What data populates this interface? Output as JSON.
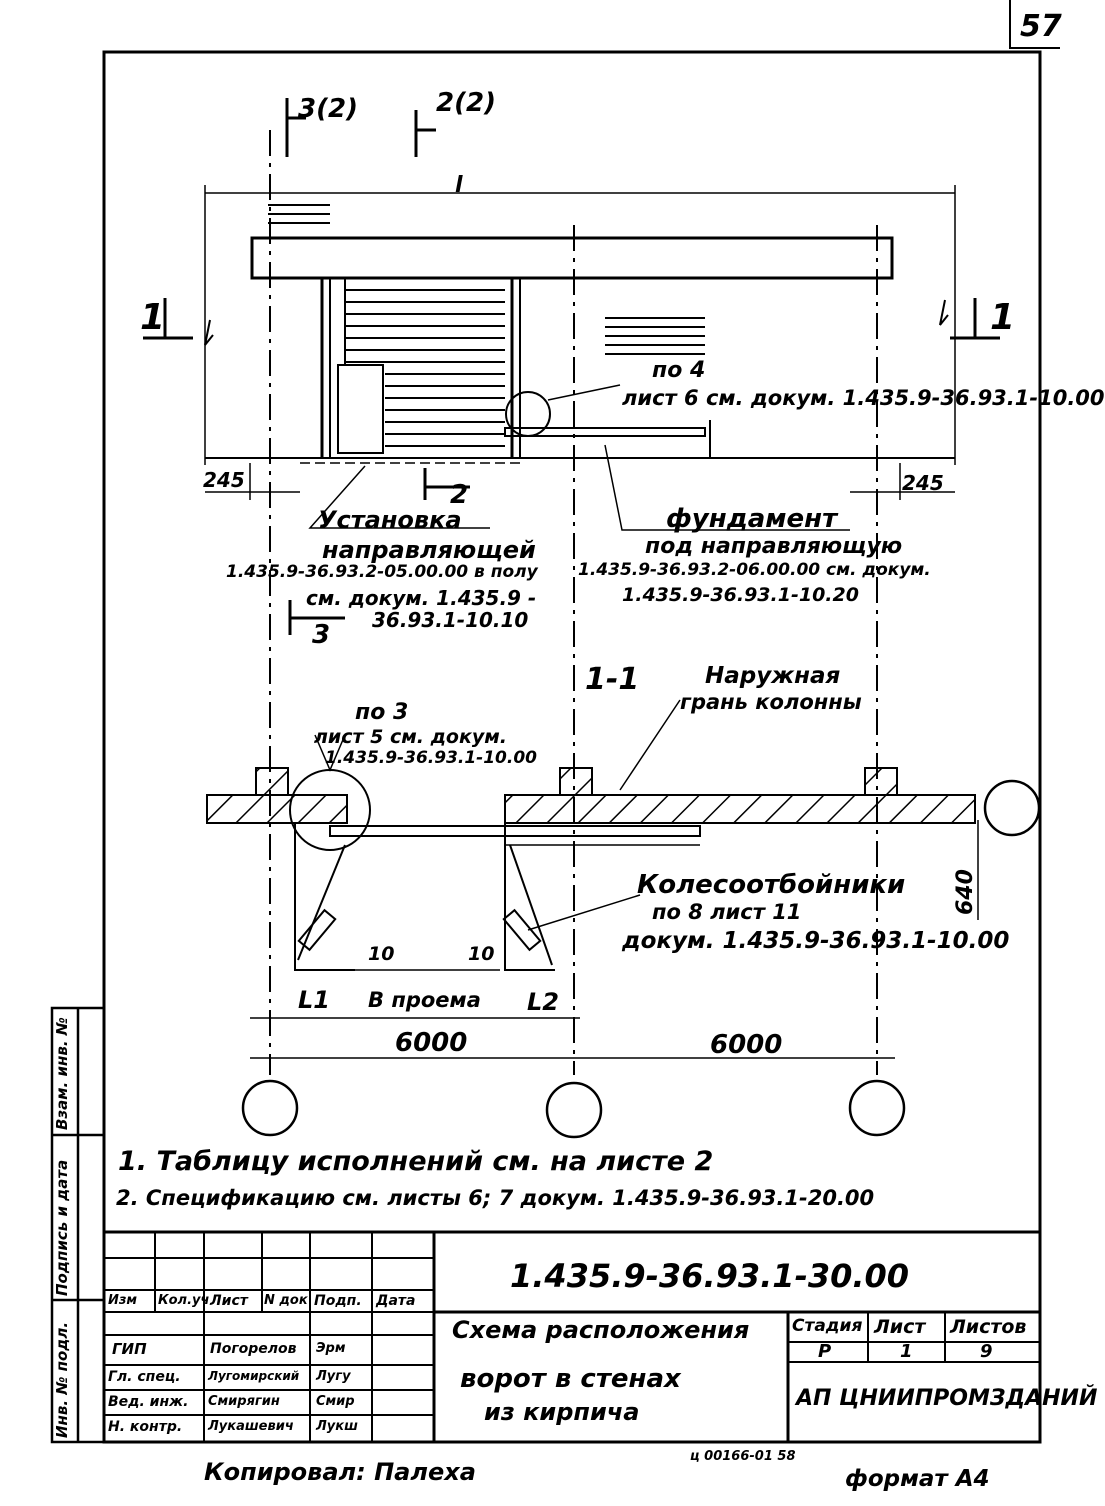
{
  "page_number": "57",
  "sections": {
    "sec_3_2": "3(2)",
    "sec_2_2": "2(2)",
    "sec_1_left": "1",
    "sec_1_right": "1",
    "dim_top": "l",
    "sec_2_bottom": "2",
    "sec_3_bottom": "3"
  },
  "elevation": {
    "dim_245_left": "245",
    "dim_245_right": "245",
    "callout_pos4_title": "по 4",
    "callout_pos4_ref": "лист 6 см. докум. 1.435.9-36.93.1-10.00",
    "install_title": "Установка",
    "install_line1": "направляющей",
    "install_line2": "1.435.9-36.93.2-05.00.00 в полу",
    "install_line3": "см. докум. 1.435.9 -",
    "install_line4": "36.93.1-10.10",
    "found_title": "фундамент",
    "found_line1": "под направляющую",
    "found_line2": "1.435.9-36.93.2-06.00.00 см. докум.",
    "found_line3": "1.435.9-36.93.1-10.20"
  },
  "plan": {
    "section_label": "1-1",
    "outer_face_1": "Наружная",
    "outer_face_2": "грань колонны",
    "callout_pos3_title": "по 3",
    "callout_pos3_line1": "лист 5 см. докум.",
    "callout_pos3_line2": "1.435.9-36.93.1-10.00",
    "wheel_title": "Колесоотбойники",
    "wheel_line1": "по 8 лист 11",
    "wheel_line2": "докум. 1.435.9-36.93.1-10.00",
    "dim_640": "640",
    "dim_10_left": "10",
    "dim_10_right": "10",
    "dim_l1": "L1",
    "dim_opening": "B проема",
    "dim_l2": "L2",
    "dim_6000_left": "6000",
    "dim_6000_right": "6000"
  },
  "notes": {
    "note1": "1. Таблицу исполнений см. на листе 2",
    "note2": "2. Спецификацию см. листы 6; 7 докум. 1.435.9-36.93.1-20.00"
  },
  "title_block": {
    "doc_code": "1.435.9-36.93.1-30.00",
    "col_headers": [
      "Изм",
      "Кол.уч",
      "Лист",
      "N док",
      "Подп.",
      "Дата"
    ],
    "roles": [
      {
        "role": "ГИП",
        "name": "Погорелов",
        "sign": "Эрм"
      },
      {
        "role": "Гл. спец.",
        "name": "Лугомирский",
        "sign": "Лугу"
      },
      {
        "role": "Вед. инж.",
        "name": "Смирягин",
        "sign": "Смир"
      },
      {
        "role": "Н. контр.",
        "name": "Лукашевич",
        "sign": "Лукш"
      }
    ],
    "title_line1": "Схема расположения",
    "title_line2": "ворот в стенах",
    "title_line3": "из кирпича",
    "stage_header": "Стадия",
    "sheet_header": "Лист",
    "sheets_header": "Листов",
    "stage_value": "Р",
    "sheet_value": "1",
    "sheets_value": "9",
    "organization": "АП ЦНИИПРОМЗДАНИЙ"
  },
  "side_stamp": {
    "inv_no": "Инв. № подл.",
    "sign_date": "Подпись и дата",
    "replace_inv": "Взам. инв. №"
  },
  "footer": {
    "copied_by": "Копировал: Палеха",
    "order_code": "ц 00166-01 58",
    "format": "формат А4"
  }
}
